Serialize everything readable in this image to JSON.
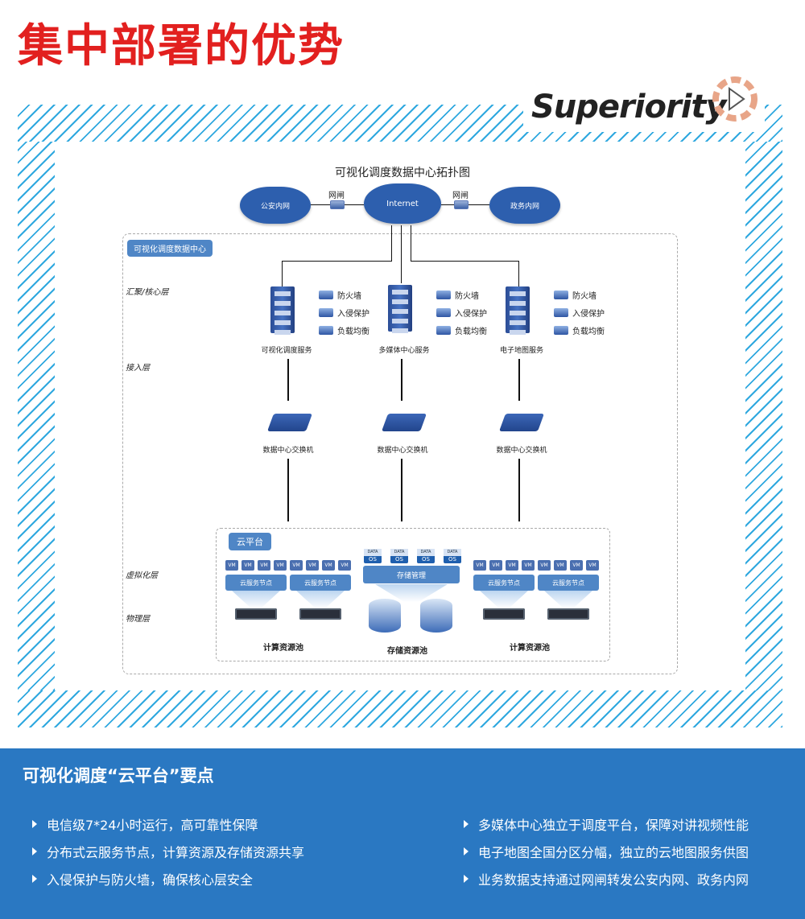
{
  "headline": "集中部署的优势",
  "logo": {
    "text": "Superiority"
  },
  "diagram": {
    "title": "可视化调度数据中心拓扑图",
    "clouds": {
      "left": "公安内网",
      "center": "Internet",
      "right": "政务内网"
    },
    "gateway_label": "网闸",
    "datacenter_tag": "可视化调度数据中心",
    "layers": {
      "core": "汇聚/核心层",
      "access": "接入层",
      "virtual": "虚拟化层",
      "physical": "物理层"
    },
    "features": [
      "防火墙",
      "入侵保护",
      "负载均衡"
    ],
    "services": [
      "可视化调度服务",
      "多媒体中心服务",
      "电子地图服务"
    ],
    "switch_label": "数据中心交换机",
    "cloud_tag": "云平台",
    "vm_label": "VM",
    "cloud_node": "云服务节点",
    "data_label": "DATA",
    "os_label": "OS",
    "storage_mgmt": "存储管理",
    "pools": {
      "compute": "计算资源池",
      "storage": "存储资源池"
    }
  },
  "footer": {
    "title": "可视化调度“云平台”要点",
    "left": [
      "电信级7*24小时运行，高可靠性保障",
      "分布式云服务节点，计算资源及存储资源共享",
      "入侵保护与防火墙，确保核心层安全"
    ],
    "right": [
      "多媒体中心独立于调度平台，保障对讲视频性能",
      "电子地图全国分区分幅，独立的云地图服务供图",
      "业务数据支持通过网闸转发公安内网、政务内网"
    ]
  },
  "colors": {
    "headline": "#e2201f",
    "hatch": "#2fa8df",
    "footer_bg": "#2a78c2",
    "node": "#4f86c6"
  }
}
